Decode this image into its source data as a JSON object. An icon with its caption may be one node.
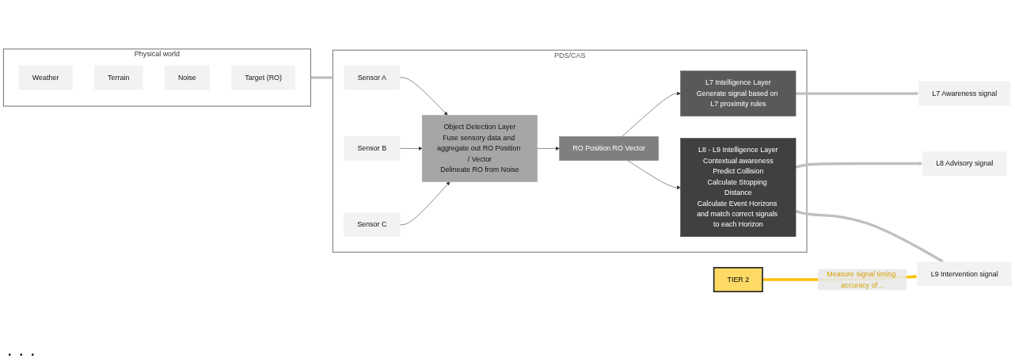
{
  "diagram": {
    "nodes": [
      {
        "text": [
          "Physical world"
        ]
      },
      {
        "text": [
          "Weather"
        ],
        "in": 0
      },
      {
        "text": [
          "Terrain"
        ],
        "in": 0
      },
      {
        "text": [
          "Noise"
        ],
        "in": 0
      },
      {
        "text": [
          "Target (RO)"
        ],
        "in": 0
      },
      {
        "text": [
          "PDS/CAS"
        ]
      },
      {
        "text": [
          "Sensor A"
        ],
        "in": 5
      },
      {
        "text": [
          "Sensor B"
        ],
        "in": 5
      },
      {
        "text": [
          "Sensor C"
        ],
        "in": 5
      },
      {
        "text": [
          "Object Detection Layer",
          "Fuse sensory data and aggregate out RO Position / Vector",
          "Delineate RO from Noise"
        ],
        "in": 5
      },
      {
        "text": [
          "RO Position RO Vector"
        ],
        "in": 5
      },
      {
        "text": [
          "L7 Intelligence Layer",
          "Generate signal based on L7 proximity rules"
        ],
        "in": 5
      },
      {
        "text": [
          "L8 - L9 Intelligence Layer",
          "Contextual awareness",
          "Predict Collision",
          "Calculate Stopping Distance",
          "Calculate Event Horizons and match correct signals to each Horizon"
        ],
        "in": 5
      },
      {
        "text": [
          "L7 Awareness signal"
        ]
      },
      {
        "text": [
          "L8 Advisory signal"
        ]
      },
      {
        "text": [
          "L9 Intervention signal"
        ]
      },
      {
        "text": [
          "TIER 2"
        ]
      }
    ],
    "edges": [
      {
        "from": 0,
        "to": 5,
        "arrow": "to",
        "style": "thick",
        "color": "#bfbfbf"
      },
      {
        "from": 6,
        "to": 9,
        "arrow": "to"
      },
      {
        "from": 7,
        "to": 9,
        "arrow": "to"
      },
      {
        "from": 8,
        "to": 9,
        "arrow": "to"
      },
      {
        "from": 9,
        "to": 10,
        "arrow": "to"
      },
      {
        "from": 10,
        "to": 11,
        "arrow": "to"
      },
      {
        "from": 10,
        "to": 12,
        "arrow": "to"
      },
      {
        "from": 11,
        "to": 13,
        "arrow": "to",
        "style": "thick",
        "color": "#bfbfbf"
      },
      {
        "from": 12,
        "to": 14,
        "arrow": "to",
        "style": "thick",
        "color": "#bfbfbf"
      },
      {
        "from": 12,
        "to": 15,
        "arrow": "to",
        "style": "thick",
        "color": "#bfbfbf"
      },
      {
        "from": 16,
        "to": 15,
        "arrow": "to",
        "label": "Measure signal timing accuracy of ..",
        "style": "thick",
        "color": "#ffc000"
      }
    ],
    "labels": [
      ".",
      ".",
      "."
    ]
  }
}
